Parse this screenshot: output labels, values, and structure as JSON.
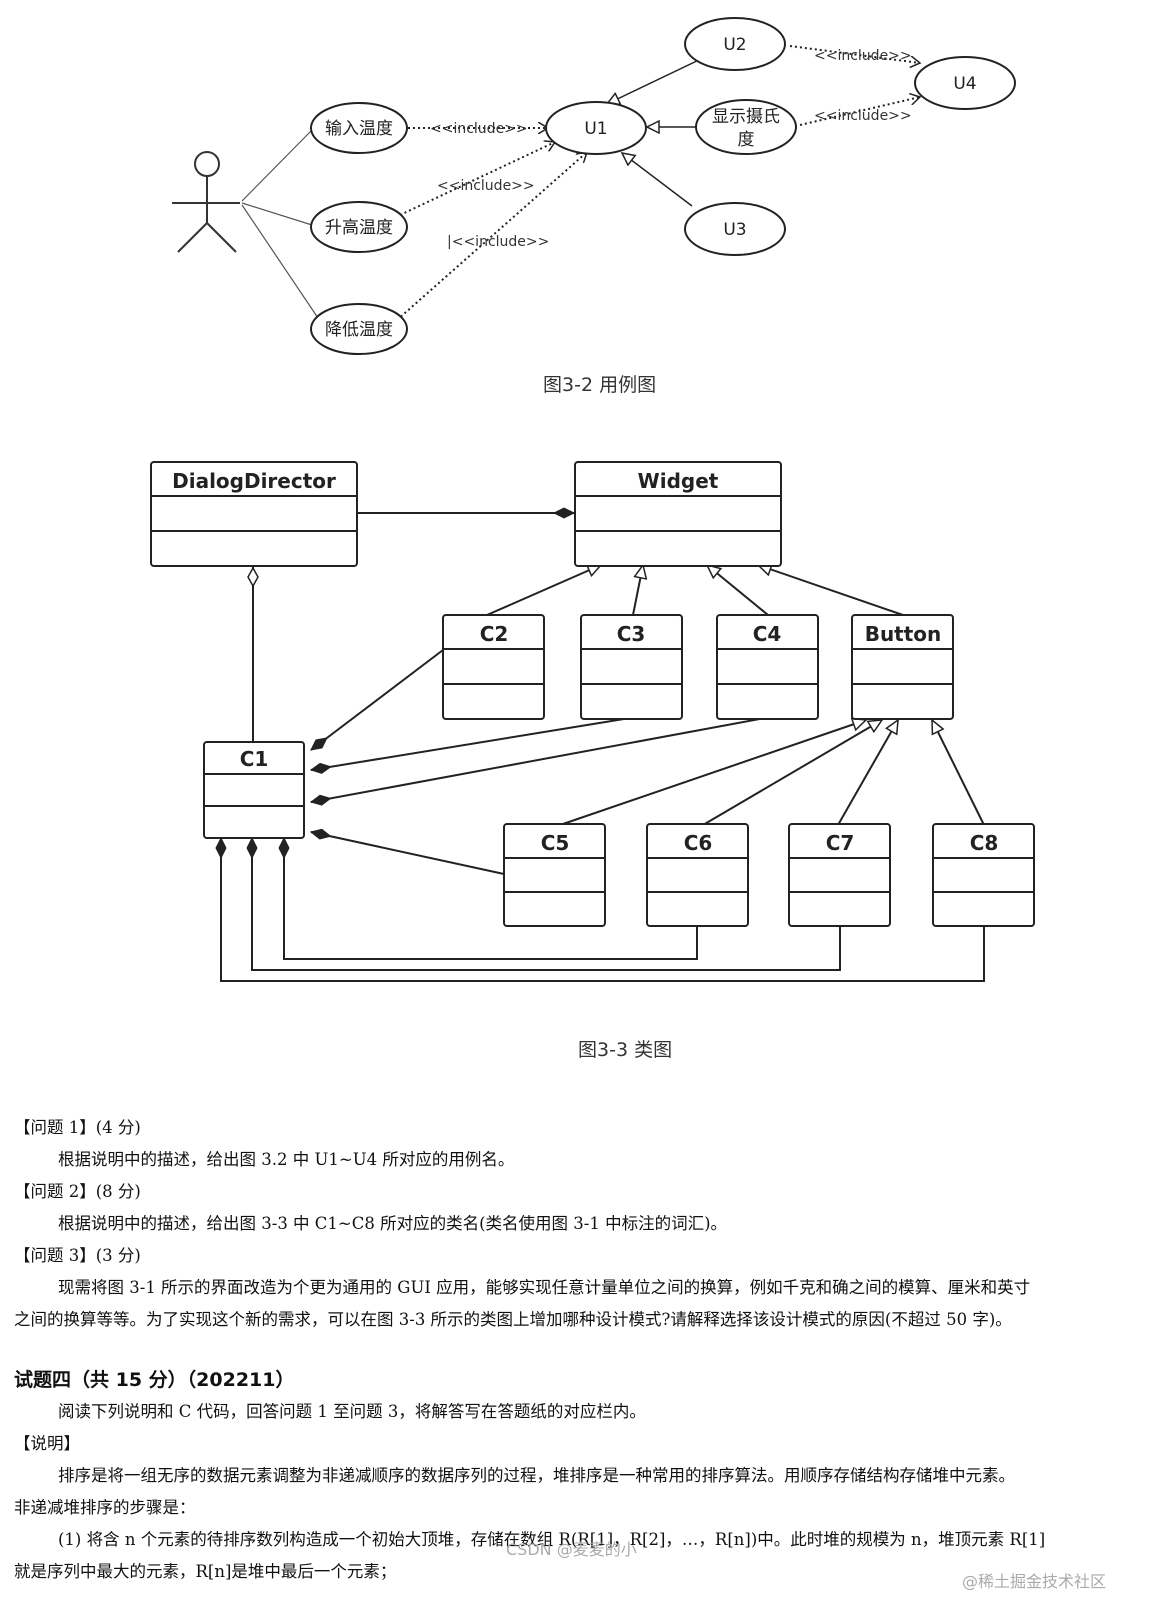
{
  "usecase": {
    "caption": "图3-2 用例图",
    "usecases": {
      "input": "输入温度",
      "raise": "升高温度",
      "lower": "降低温度",
      "u1": "U1",
      "u2": "U2",
      "u3": "U3",
      "u4": "U4",
      "display_line1": "显示摄氏",
      "display_line2": "度"
    },
    "include_label": "<<include>>",
    "include_label_alt": "|<<include>>"
  },
  "classdiagram": {
    "caption": "图3-3 类图",
    "classes": {
      "dialog": "DialogDirector",
      "widget": "Widget",
      "c1": "C1",
      "c2": "C2",
      "c3": "C3",
      "c4": "C4",
      "button": "Button",
      "c5": "C5",
      "c6": "C6",
      "c7": "C7",
      "c8": "C8"
    }
  },
  "text": {
    "q1_title": "【问题 1】(4 分)",
    "q1_body": "根据说明中的描述，给出图 3.2 中 U1~U4 所对应的用例名。",
    "q2_title": "【问题 2】(8 分)",
    "q2_body": "根据说明中的描述，给出图 3-3 中 C1~C8 所对应的类名(类名使用图 3-1 中标注的词汇)。",
    "q3_title": "【问题 3】(3 分)",
    "q3_body_line1": "现需将图 3-1 所示的界面改造为个更为通用的 GUI 应用，能够实现任意计量单位之间的换算，例如千克和确之间的模算、厘米和英寸",
    "q3_body_line2": "之间的换算等等。为了实现这个新的需求，可以在图 3-3 所示的类图上增加哪种设计模式?请解释选择该设计模式的原因(不超过 50 字)。",
    "section_title": "试题四（共 15 分）（202211）",
    "section_intro": "阅读下列说明和 C 代码，回答问题 1 至问题 3，将解答写在答题纸的对应栏内。",
    "explain_title": "【说明】",
    "explain_line1": "排序是将一组无序的数据元素调整为非递减顺序的数据序列的过程，堆排序是一种常用的排序算法。用顺序存储结构存储堆中元素。",
    "explain_line2": "非递减堆排序的步骤是：",
    "step1_line1": "(1) 将含 n 个元素的待排序数列构造成一个初始大顶堆，存储在数组 R(R[1]，R[2]，…，R[n])中。此时堆的规模为 n，堆顶元素 R[1]",
    "step1_line2": "就是序列中最大的元素，R[n]是堆中最后一个元素；"
  },
  "watermarks": {
    "csdn": "CSDN @麦麦的小",
    "juejin": "@稀土掘金技术社区"
  }
}
